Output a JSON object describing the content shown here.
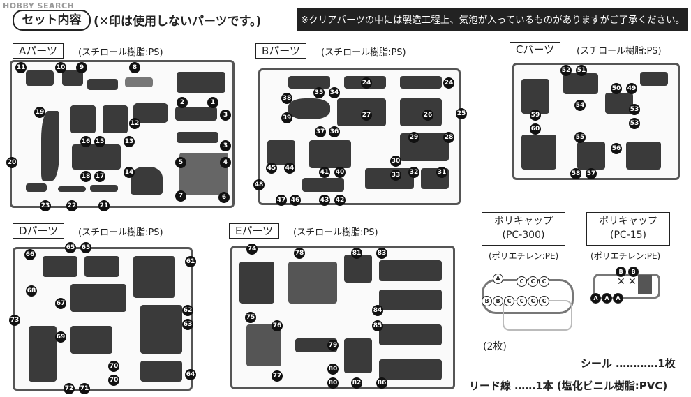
{
  "watermark": "HOBBY SEARCH",
  "header": {
    "title": "セット内容",
    "title_note": "(✕印は使用しないパーツです。)",
    "banner": "※クリアパーツの中には製造工程上、気泡が入っているものがありますがご了承ください。"
  },
  "sprues": [
    {
      "label": "Aパーツ",
      "note": "(スチロール樹脂:PS)",
      "numbers": [
        "11",
        "10",
        "9",
        "8",
        "1",
        "2",
        "3",
        "19",
        "12",
        "13",
        "3",
        "16",
        "15",
        "5",
        "4",
        "20",
        "18",
        "17",
        "14",
        "7",
        "6",
        "23",
        "22",
        "21"
      ]
    },
    {
      "label": "Bパーツ",
      "note": "(スチロール樹脂:PS)",
      "numbers": [
        "38",
        "35",
        "34",
        "24",
        "24",
        "39",
        "27",
        "26",
        "25",
        "37",
        "36",
        "29",
        "28",
        "45",
        "44",
        "30",
        "41",
        "40",
        "33",
        "32",
        "31",
        "48",
        "47",
        "46",
        "43",
        "42"
      ]
    },
    {
      "label": "Cパーツ",
      "note": "(スチロール樹脂:PS)",
      "numbers": [
        "52",
        "51",
        "50",
        "49",
        "54",
        "53",
        "59",
        "53",
        "60",
        "55",
        "56",
        "58",
        "57"
      ]
    },
    {
      "label": "Dパーツ",
      "note": "(スチロール樹脂:PS)",
      "numbers": [
        "66",
        "65",
        "65",
        "61",
        "68",
        "67",
        "62",
        "73",
        "63",
        "69",
        "70",
        "70",
        "64",
        "72",
        "71"
      ]
    },
    {
      "label": "Eパーツ",
      "note": "(スチロール樹脂:PS)",
      "numbers": [
        "74",
        "78",
        "81",
        "83",
        "84",
        "75",
        "76",
        "85",
        "79",
        "77",
        "80",
        "80",
        "82",
        "86"
      ]
    }
  ],
  "polycaps": [
    {
      "name": "ポリキャップ",
      "code": "(PC-300)",
      "note": "(ポリエチレン:PE)",
      "count": "(2枚)"
    },
    {
      "name": "ポリキャップ",
      "code": "(PC-15)",
      "note": "(ポリエチレン:PE)"
    }
  ],
  "extras": {
    "seal": "シール …………1枚",
    "lead": "リード線 ……1本 (塩化ビニル樹脂:PVC)"
  }
}
